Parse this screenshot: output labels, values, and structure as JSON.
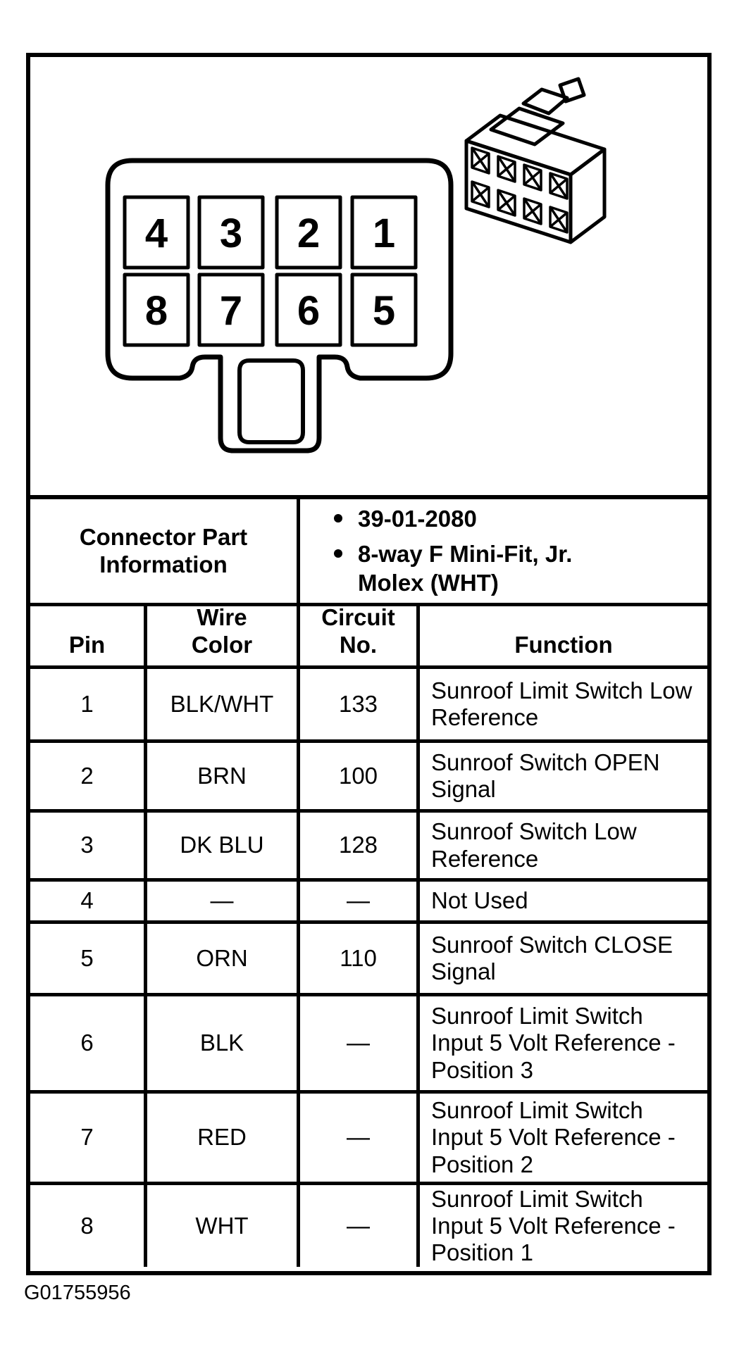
{
  "page": {
    "figure_id": "G01755956",
    "background_color": "#ffffff",
    "line_color": "#000000"
  },
  "diagram": {
    "name": "8-way connector face view and isometric view",
    "pins_top_row": [
      "4",
      "3",
      "2",
      "1"
    ],
    "pins_bottom_row": [
      "8",
      "7",
      "6",
      "5"
    ]
  },
  "part_info": {
    "label": "Connector Part Information",
    "bullets": [
      "39-01-2080",
      "8-way F Mini-Fit, Jr. Molex (WHT)"
    ]
  },
  "table": {
    "headers": {
      "pin": "Pin",
      "wire_color": "Wire Color",
      "circuit": "Circuit No.",
      "function": "Function"
    },
    "rows": [
      {
        "pin": "1",
        "wire_color": "BLK/WHT",
        "circuit": "133",
        "function": "Sunroof Limit Switch Low Reference"
      },
      {
        "pin": "2",
        "wire_color": "BRN",
        "circuit": "100",
        "function": "Sunroof Switch OPEN Signal"
      },
      {
        "pin": "3",
        "wire_color": "DK BLU",
        "circuit": "128",
        "function": "Sunroof Switch Low Reference"
      },
      {
        "pin": "4",
        "wire_color": "—",
        "circuit": "—",
        "function": "Not Used"
      },
      {
        "pin": "5",
        "wire_color": "ORN",
        "circuit": "110",
        "function": "Sunroof Switch CLOSE Signal"
      },
      {
        "pin": "6",
        "wire_color": "BLK",
        "circuit": "—",
        "function": "Sunroof Limit Switch Input 5 Volt Reference - Position 3"
      },
      {
        "pin": "7",
        "wire_color": "RED",
        "circuit": "—",
        "function": "Sunroof Limit Switch Input 5 Volt Reference - Position 2"
      },
      {
        "pin": "8",
        "wire_color": "WHT",
        "circuit": "—",
        "function": "Sunroof Limit Switch Input 5 Volt Reference - Position 1"
      }
    ]
  }
}
